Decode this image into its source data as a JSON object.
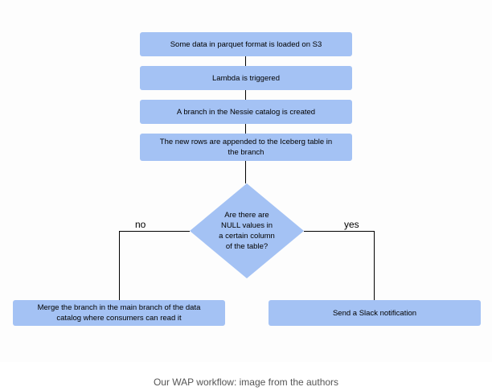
{
  "flowchart": {
    "steps": [
      "Some data in parquet format is loaded on S3",
      "Lambda is triggered",
      "A branch in the Nessie catalog is created",
      "The new rows are appended to the Iceberg table  in the branch"
    ],
    "decision": "Are there are NULL values in a certain column of the table?",
    "no_label": "no",
    "yes_label": "yes",
    "no_outcome": "Merge the branch in the main branch of the data catalog where consumers can read it",
    "yes_outcome": "Send a Slack notification"
  },
  "caption": "Our WAP workflow: image from the authors",
  "colors": {
    "box_fill": "#a4c2f4",
    "line": "#000000",
    "caption": "#555555"
  }
}
